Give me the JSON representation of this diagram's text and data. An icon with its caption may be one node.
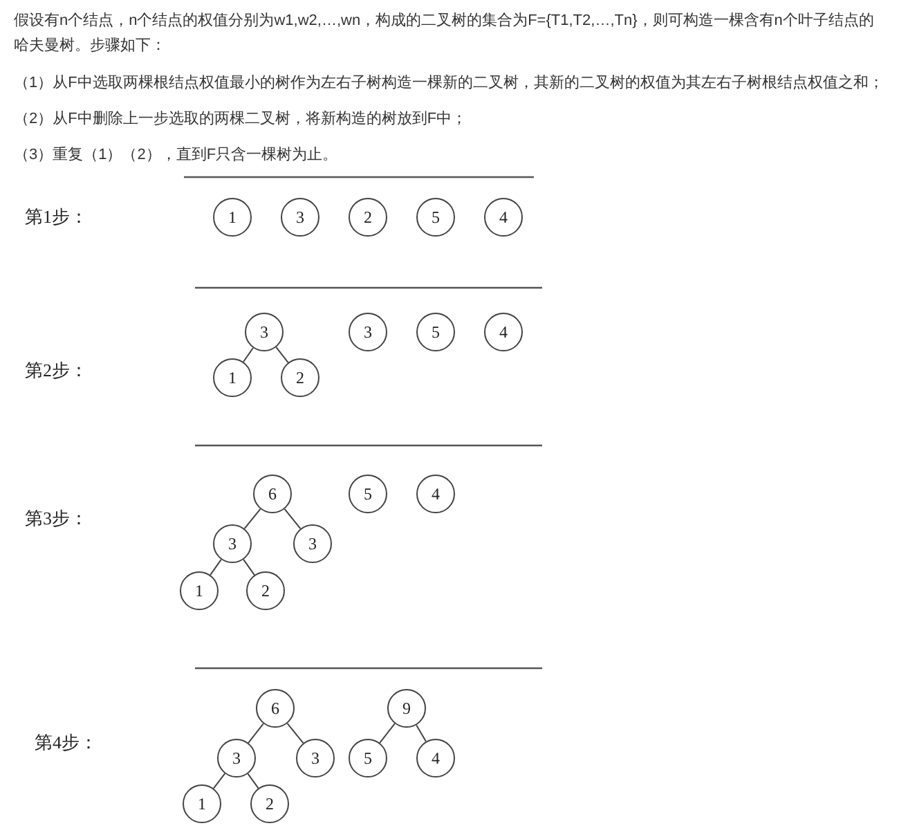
{
  "diagram": {
    "nodes": [
      {
        "text": [
          "1"
        ]
      },
      {
        "text": [
          "3"
        ]
      },
      {
        "text": [
          "2"
        ]
      },
      {
        "text": [
          "5"
        ]
      },
      {
        "text": [
          "4"
        ]
      },
      {
        "text": [
          "3"
        ]
      },
      {
        "text": [
          "1"
        ]
      },
      {
        "text": [
          "2"
        ]
      },
      {
        "text": [
          "3"
        ]
      },
      {
        "text": [
          "5"
        ]
      },
      {
        "text": [
          "4"
        ]
      },
      {
        "text": [
          "6"
        ]
      },
      {
        "text": [
          "3"
        ]
      },
      {
        "text": [
          "1"
        ]
      },
      {
        "text": [
          "2"
        ]
      },
      {
        "text": [
          "3"
        ]
      },
      {
        "text": [
          "5"
        ]
      },
      {
        "text": [
          "4"
        ]
      },
      {
        "text": [
          "6"
        ]
      },
      {
        "text": [
          "3"
        ]
      },
      {
        "text": [
          "1"
        ]
      },
      {
        "text": [
          "2"
        ]
      },
      {
        "text": [
          "3"
        ]
      },
      {
        "text": [
          "9"
        ]
      },
      {
        "text": [
          "5"
        ]
      },
      {
        "text": [
          "4"
        ]
      }
    ],
    "edges": [
      {
        "from": 5,
        "to": 6,
        "arrow": "none"
      },
      {
        "from": 5,
        "to": 7,
        "arrow": "none"
      },
      {
        "from": 11,
        "to": 12,
        "arrow": "none"
      },
      {
        "from": 12,
        "to": 13,
        "arrow": "none"
      },
      {
        "from": 12,
        "to": 14,
        "arrow": "none"
      },
      {
        "from": 11,
        "to": 15,
        "arrow": "none"
      },
      {
        "from": 18,
        "to": 19,
        "arrow": "none"
      },
      {
        "from": 19,
        "to": 20,
        "arrow": "none"
      },
      {
        "from": 19,
        "to": 21,
        "arrow": "none"
      },
      {
        "from": 18,
        "to": 22,
        "arrow": "none"
      },
      {
        "from": 23,
        "to": 24,
        "arrow": "none"
      },
      {
        "from": 23,
        "to": 25,
        "arrow": "none"
      }
    ],
    "labels": [
      "假设有n个结点，n个结点的权值分别为w1,w2,…,wn，构成的二叉树的集合为F={T1,T2,…,Tn}，则可构造一棵含有n个叶子结点的哈夫曼树。步骤如下：",
      "（1）从F中选取两棵根结点权值最小的树作为左右子树构造一棵新的二叉树，其新的二叉树的权值为其左右子树根结点权值之和；",
      "（2）从F中删除上一步选取的两棵二叉树，将新构造的树放到F中；",
      "（3）重复（1）（2），直到F只含一棵树为止。",
      "第1步：",
      "第2步：",
      "第3步：",
      "第4步："
    ]
  }
}
